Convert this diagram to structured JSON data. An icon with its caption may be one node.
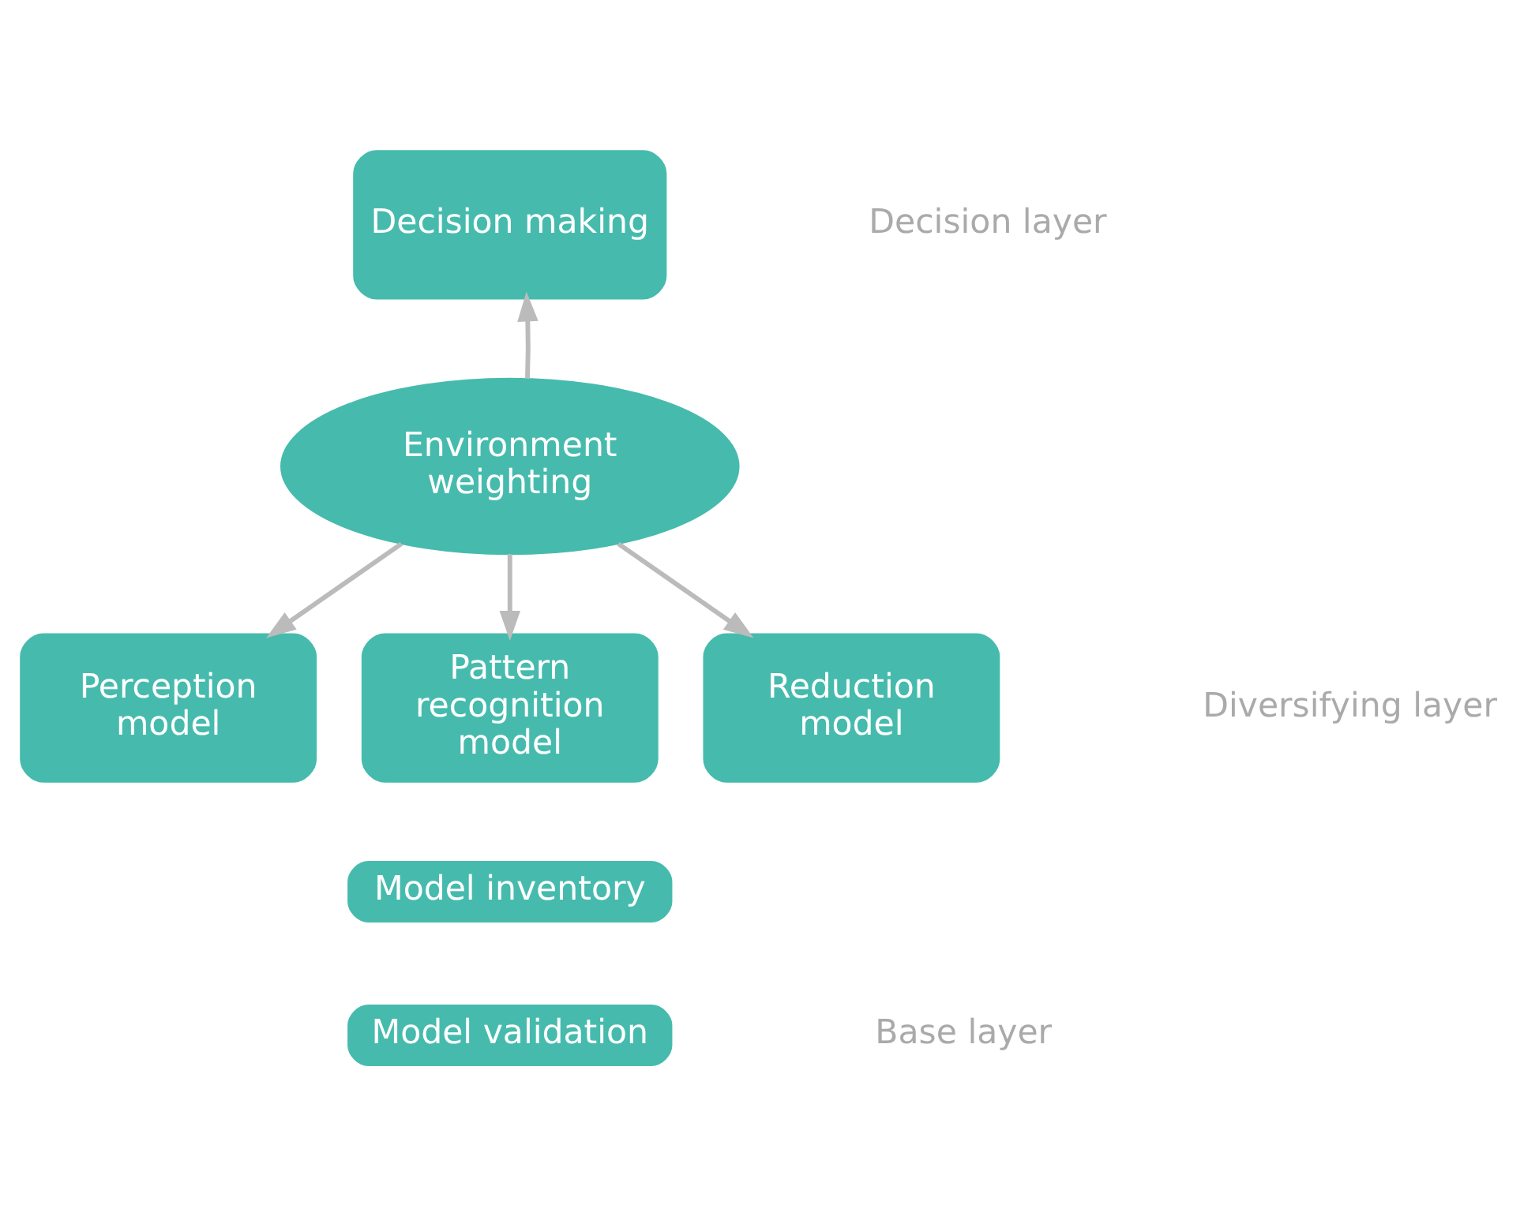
{
  "diagram": {
    "nodes": [
      {
        "text": [
          "Decision making"
        ]
      },
      {
        "text": [
          "Environment weighting"
        ]
      },
      {
        "text": [
          "Perception model"
        ]
      },
      {
        "text": [
          "Pattern recognition model"
        ]
      },
      {
        "text": [
          "Reduction model"
        ]
      },
      {
        "text": [
          "Model inventory"
        ]
      },
      {
        "text": [
          "Model validation"
        ]
      }
    ],
    "edges": [
      {
        "from": 1,
        "to": 0,
        "arrow": "to"
      },
      {
        "from": 1,
        "to": 2,
        "arrow": "to"
      },
      {
        "from": 1,
        "to": 3,
        "arrow": "to"
      },
      {
        "from": 1,
        "to": 4,
        "arrow": "to"
      }
    ],
    "labels": [
      "Decision layer",
      "Diversifying layer",
      "Base layer"
    ]
  }
}
